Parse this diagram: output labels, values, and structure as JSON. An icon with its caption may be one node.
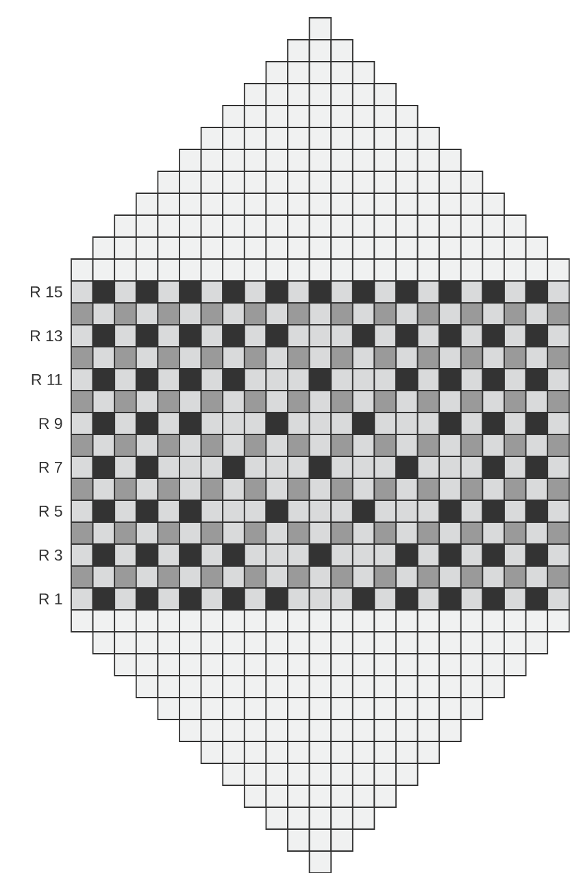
{
  "diagram": {
    "labels": [
      "R 15",
      "R 13",
      "R 11",
      "R 9",
      "R 7",
      "R 5",
      "R 3",
      "R 1"
    ]
  }
}
